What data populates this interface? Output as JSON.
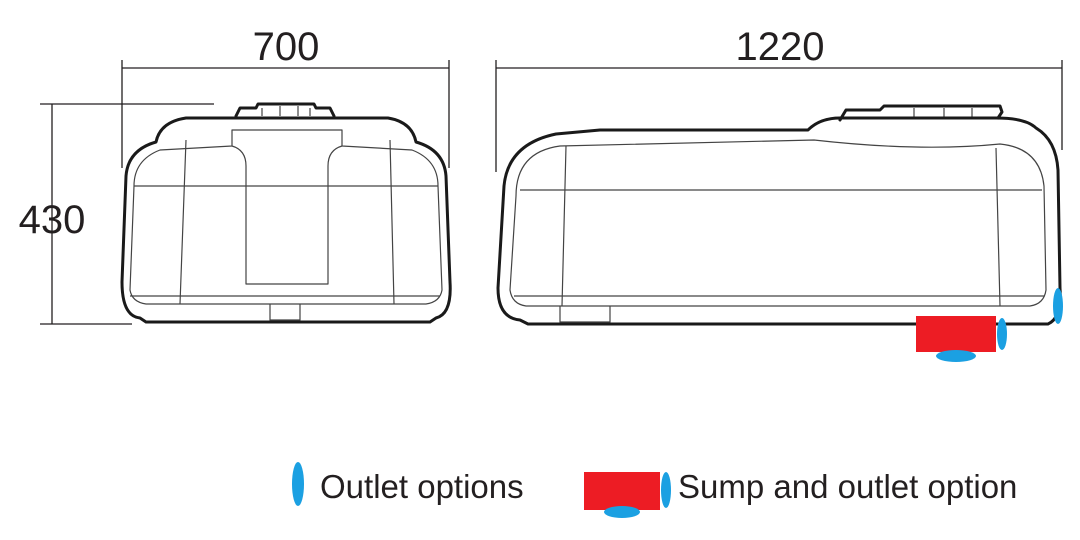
{
  "dimensions": {
    "front_width": "700",
    "side_length": "1220",
    "height": "430"
  },
  "legend": {
    "outlet_label": "Outlet options",
    "sump_label": "Sump and outlet option"
  },
  "colors": {
    "outlet_blue": "#1ba0e2",
    "sump_red": "#ed1c24",
    "outline": "#1a1a1a",
    "text": "#231f20"
  }
}
